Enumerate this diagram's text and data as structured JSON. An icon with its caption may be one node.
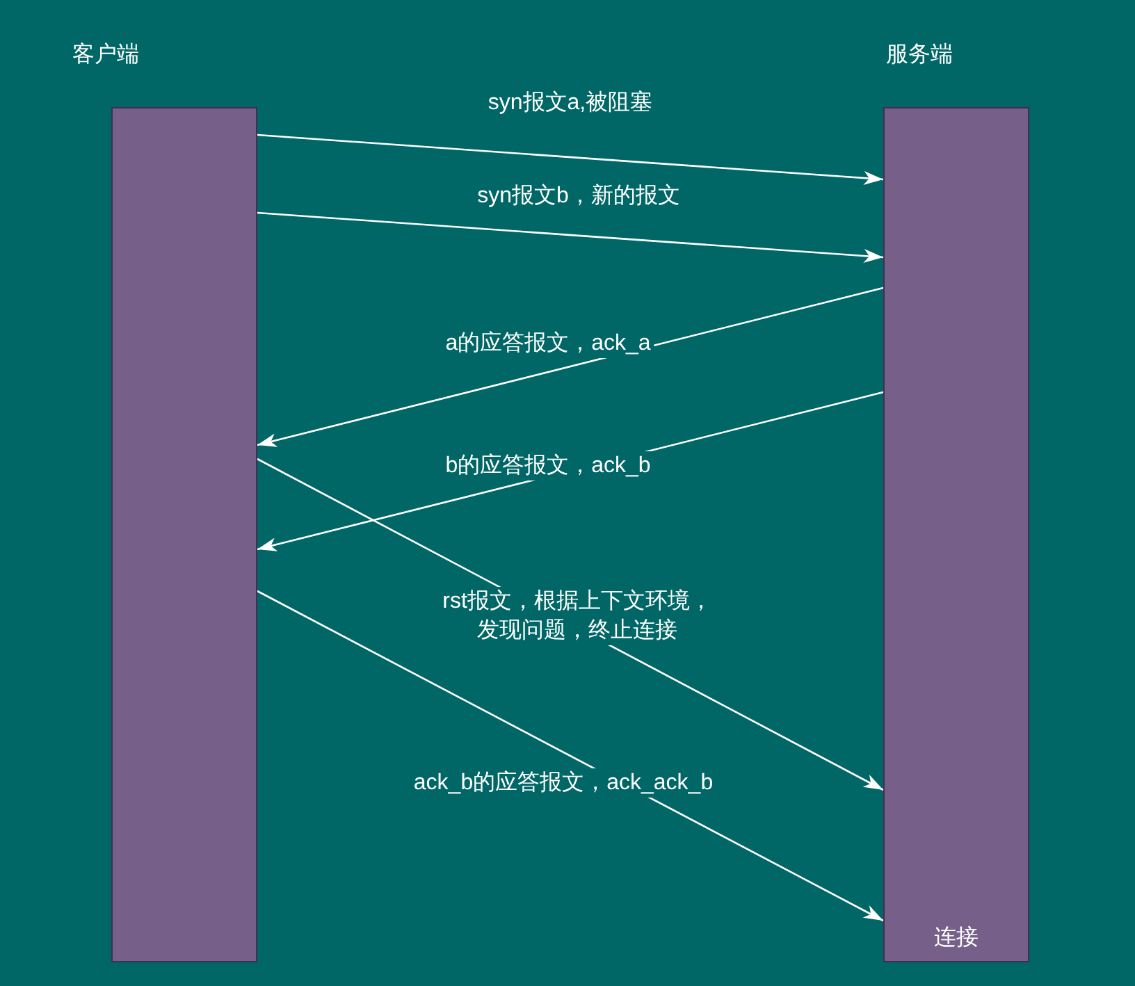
{
  "diagram": {
    "nodes": [
      {
        "text": [
          "客户端"
        ]
      },
      {
        "text": [
          "服务端",
          "连接"
        ]
      }
    ],
    "edges": [
      {
        "from": 0,
        "to": 1,
        "arrow": "to",
        "label": "syn报文a,被阻塞"
      },
      {
        "from": 0,
        "to": 1,
        "arrow": "to",
        "label": "syn报文b，新的报文"
      },
      {
        "from": 1,
        "to": 0,
        "arrow": "to",
        "label": "a的应答报文，ack_a"
      },
      {
        "from": 1,
        "to": 0,
        "arrow": "to",
        "label": "b的应答报文，ack_b"
      },
      {
        "from": 0,
        "to": 1,
        "arrow": "to",
        "label": "rst报文，根据上下文环境，发现问题，终止连接"
      },
      {
        "from": 0,
        "to": 1,
        "arrow": "to",
        "label": "ack_b的应答报文，ack_ack_b"
      }
    ]
  }
}
